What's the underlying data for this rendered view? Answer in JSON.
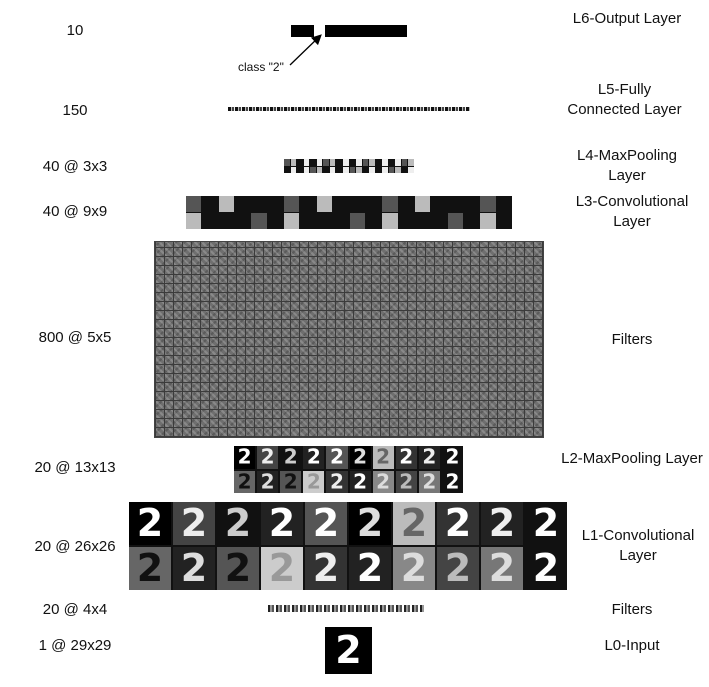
{
  "layers": [
    {
      "id": "l6",
      "dim": "10",
      "label": "L6-Output Layer"
    },
    {
      "id": "l5",
      "dim": "150",
      "label": "L5-Fully Connected Layer"
    },
    {
      "id": "l4",
      "dim": "40 @ 3x3",
      "label": "L4-MaxPooling Layer"
    },
    {
      "id": "l3",
      "dim": "40 @ 9x9",
      "label": "L3-Convolutional Layer"
    },
    {
      "id": "filters2",
      "dim": "800 @ 5x5",
      "label": "Filters"
    },
    {
      "id": "l2",
      "dim": "20 @ 13x13",
      "label": "L2-MaxPooling Layer"
    },
    {
      "id": "l1",
      "dim": "20 @ 26x26",
      "label": "L1-Convolutional Layer"
    },
    {
      "id": "filters1",
      "dim": "20 @ 4x4",
      "label": "Filters"
    },
    {
      "id": "l0",
      "dim": "1 @ 29x29",
      "label": "L0-Input"
    }
  ],
  "annotation": "class \"2\"",
  "digit": "2"
}
